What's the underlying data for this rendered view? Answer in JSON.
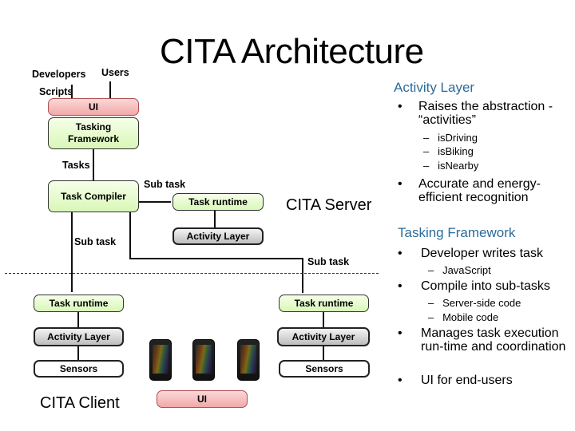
{
  "title": "CITA Architecture",
  "diagram": {
    "actors": {
      "developers": "Developers",
      "users": "Users",
      "scripts": "Scripts"
    },
    "server_top": {
      "ui": "UI",
      "tasking_framework": "Tasking Framework",
      "tasks": "Tasks"
    },
    "server": {
      "task_compiler": "Task Compiler",
      "sub_task_1": "Sub task",
      "task_runtime": "Task runtime",
      "activity_layer": "Activity Layer",
      "sub_task_2": "Sub task",
      "sub_task_3": "Sub task",
      "label": "CITA Server"
    },
    "client_left": {
      "task_runtime": "Task runtime",
      "activity_layer": "Activity Layer",
      "sensors": "Sensors",
      "label": "CITA Client"
    },
    "client_right": {
      "task_runtime": "Task runtime",
      "activity_layer": "Activity Layer",
      "sensors": "Sensors"
    },
    "client_ui": "UI",
    "phones": [
      "smartphone",
      "smartphone",
      "smartphone"
    ]
  },
  "notes": {
    "activity_layer": {
      "heading": "Activity Layer",
      "bullets": [
        {
          "text": "Raises the abstraction - “activities”",
          "subs": [
            "isDriving",
            "isBiking",
            "isNearby"
          ]
        },
        {
          "text": "Accurate and energy-efficient recognition",
          "subs": []
        }
      ]
    },
    "tasking_framework": {
      "heading": "Tasking Framework",
      "bullets": [
        {
          "text": "Developer writes task",
          "subs": [
            "JavaScript"
          ]
        },
        {
          "text": "Compile into sub-tasks",
          "subs": [
            "Server-side code",
            "Mobile code"
          ]
        },
        {
          "text": "Manages task execution run-time and coordination",
          "subs": []
        },
        {
          "text": "UI for end-users",
          "subs": []
        }
      ]
    },
    "bullet_char": "•",
    "dash_char": "–"
  },
  "colors": {
    "heading": "#2b6c9a",
    "green_box": "#d9f7b8",
    "pink_box": "#f2a9a9",
    "gray_box": "#bdbdbd"
  }
}
